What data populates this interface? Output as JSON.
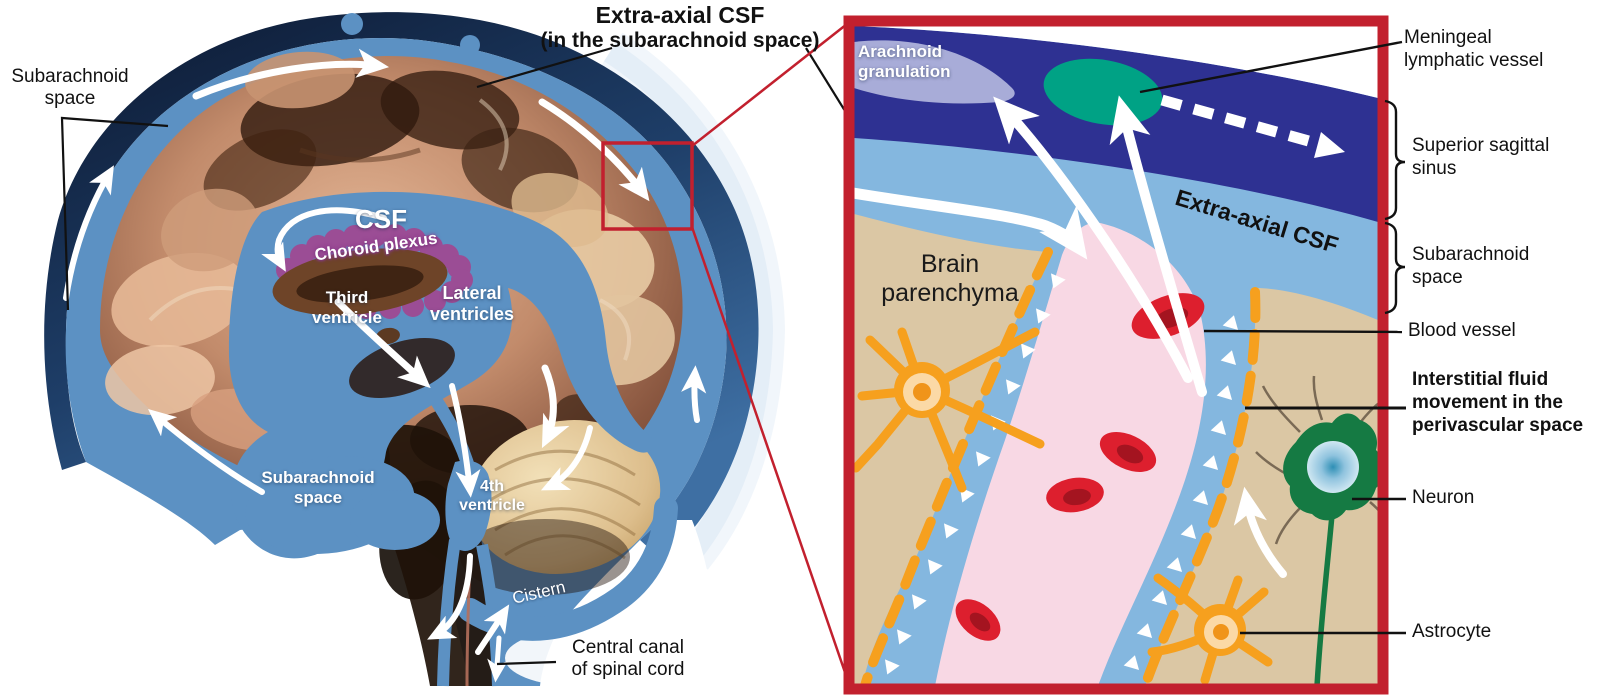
{
  "header": {
    "title": "Extra-axial CSF",
    "subtitle": "(in the subarachnoid space)"
  },
  "brain_view": {
    "labels": {
      "subarachnoid_space_top": "Subarachnoid\nspace",
      "csf": "CSF",
      "choroid_plexus": "Choroid plexus",
      "third_ventricle": "Third\nventricle",
      "lateral_ventricles": "Lateral\nventricles",
      "subarachnoid_space_lower": "Subarachnoid\nspace",
      "fourth_ventricle": "4th\nventricle",
      "cistern": "Cistern",
      "central_canal": "Central canal\nof spinal cord"
    }
  },
  "inset": {
    "internal_labels": {
      "arachnoid_granulation": "Arachnoid\ngranulation",
      "extra_axial_csf": "Extra-axial CSF",
      "brain_parenchyma": "Brain\nparenchyma"
    },
    "side_labels": {
      "meningeal_lymphatic_vessel": "Meningeal\nlymphatic vessel",
      "superior_sagittal_sinus": "Superior sagittal\nsinus",
      "subarachnoid_space": "Subarachnoid\nspace",
      "blood_vessel": "Blood vessel",
      "interstitial_fluid": "Interstitial fluid\nmovement in the\nperivascular space",
      "neuron": "Neuron",
      "astrocyte": "Astrocyte"
    }
  },
  "colors": {
    "accent_red": "#C2202E",
    "sinus_navy": "#2E3192",
    "csf_blue": "#5C91C3",
    "inset_csf_blue": "#84B7DF",
    "parenchyma_tan": "#DBC7A4",
    "vessel_pink": "#F8D8E4",
    "rbc_red": "#DD1F2E",
    "astrocyte_orange": "#F6A01E",
    "lymphatic_teal": "#00A285",
    "neuron_green": "#157A43",
    "granulation_periwinkle": "#A8ACD8"
  }
}
